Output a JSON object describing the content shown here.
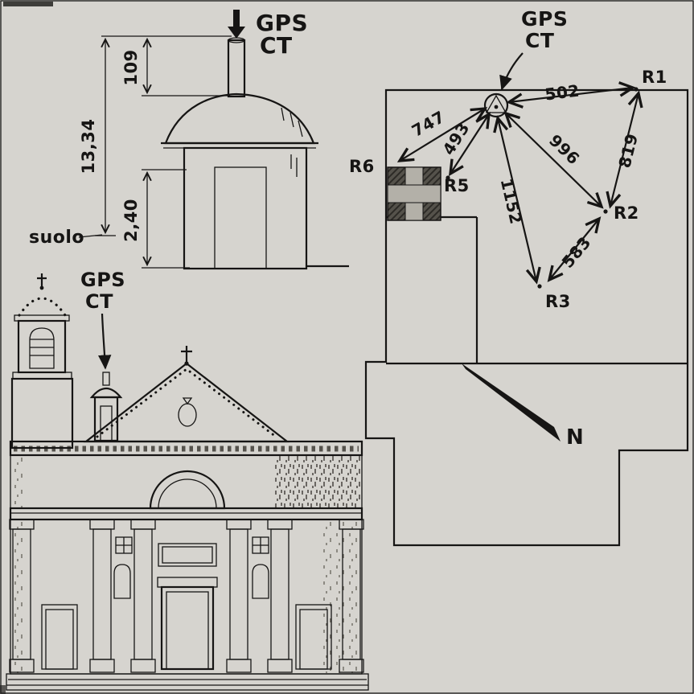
{
  "colors": {
    "paper": "#d6d4cf",
    "ink": "#161514",
    "wall": "#e9e7e2",
    "shade": "#b7b4ac",
    "door": "#8e8b84"
  },
  "elevation": {
    "gps_line1": "GPS",
    "gps_line2": "CT",
    "dim_antenna": "109",
    "dim_total": "13,34",
    "dim_base": "2,40",
    "ground_label": "suolo"
  },
  "facade": {
    "gps_line1": "GPS",
    "gps_line2": "CT"
  },
  "plan": {
    "gps_line1": "GPS",
    "gps_line2": "CT",
    "north_label": "N",
    "points": {
      "r1": "R1",
      "r2": "R2",
      "r3": "R3",
      "r5": "R5",
      "r6": "R6"
    },
    "distances": {
      "ct_r1": "502",
      "r1_r2": "819",
      "ct_r2": "996",
      "ct_r6": "747",
      "ct_r5": "493",
      "ct_r3": "1152",
      "r2_r3": "583"
    }
  }
}
